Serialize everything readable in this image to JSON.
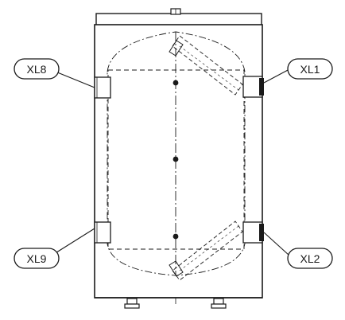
{
  "diagram": {
    "labels": {
      "xl8": "XL8",
      "xl1": "XL1",
      "xl9": "XL9",
      "xl2": "XL2"
    },
    "colors": {
      "stroke": "#1a1a1a",
      "background": "#ffffff"
    }
  }
}
